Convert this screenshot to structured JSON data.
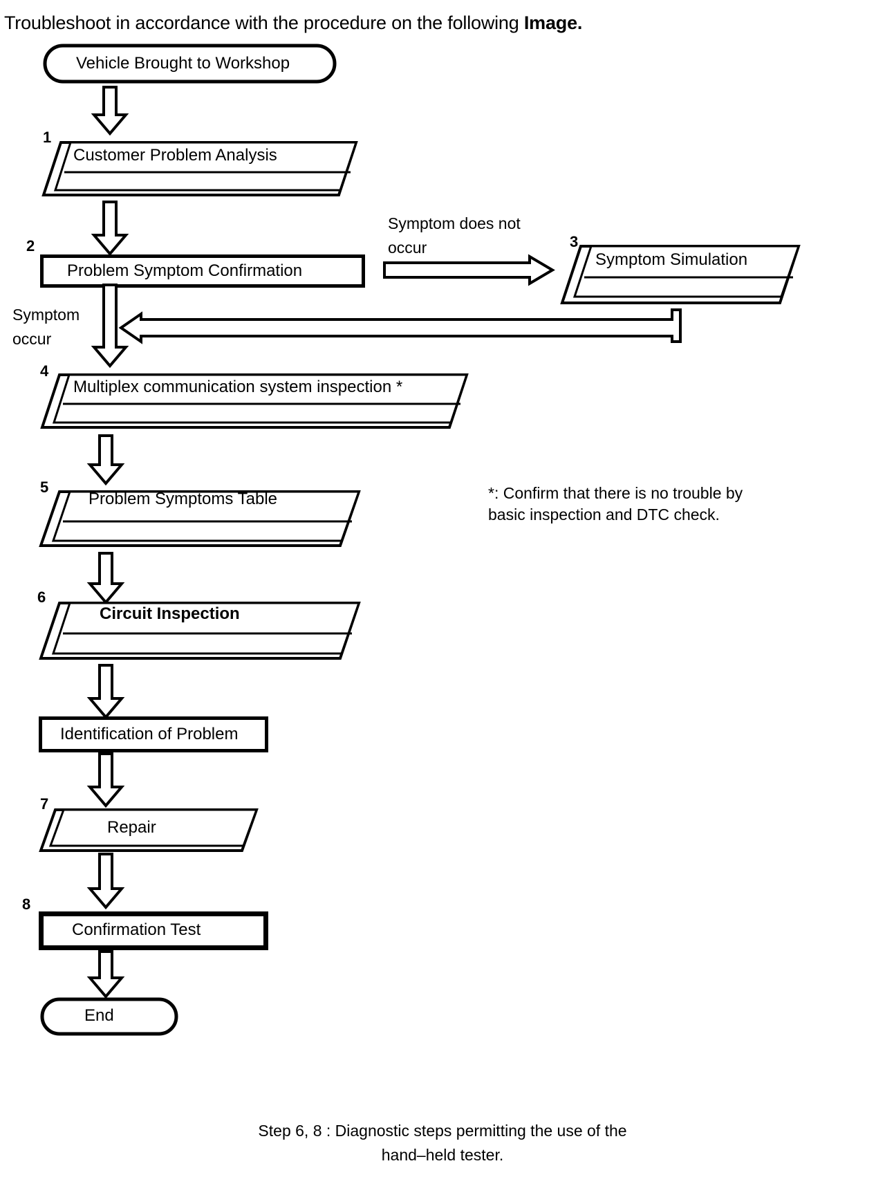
{
  "headline": {
    "prefix": "Troubleshoot in accordance with the procedure on the following ",
    "emphasis": "Image."
  },
  "flow": {
    "start_terminal": {
      "label": "Vehicle Brought to Workshop",
      "shape": "stadium"
    },
    "end_terminal": {
      "label": "End",
      "shape": "stadium"
    },
    "steps": [
      {
        "number": "1",
        "label": "Customer Problem Analysis",
        "shape": "document-parallelogram"
      },
      {
        "number": "2",
        "label": "Problem Symptom Confirmation",
        "shape": "rectangle"
      },
      {
        "number": "3",
        "label": "Symptom Simulation",
        "shape": "document-parallelogram"
      },
      {
        "number": "4",
        "label": "Multiplex communication system inspection *",
        "shape": "document-parallelogram"
      },
      {
        "number": "5",
        "label": "Problem Symptoms Table",
        "shape": "document-parallelogram"
      },
      {
        "number": "6",
        "label": "Circuit Inspection",
        "shape": "document-parallelogram",
        "bold": true
      },
      {
        "number": "",
        "label": "Identification of Problem",
        "shape": "rectangle"
      },
      {
        "number": "7",
        "label": "Repair",
        "shape": "parallelogram"
      },
      {
        "number": "8",
        "label": "Confirmation Test",
        "shape": "rectangle-thick"
      }
    ],
    "edge_labels": {
      "symptom_does_not_occur": "Symptom  does  not\noccur",
      "symptom_occur": "Symptom\noccur"
    }
  },
  "notes": {
    "asterisk": "*: Confirm that there is no trouble by\nbasic inspection and DTC check.",
    "caption": "Step 6, 8 : Diagnostic steps permitting the use of the\nhand–held tester."
  },
  "icons": {
    "down_arrow": "down-block-arrow-icon",
    "right_arrow": "right-block-arrow-icon",
    "left_arrow": "left-block-arrow-icon"
  },
  "colors": {
    "ink": "#000000",
    "paper": "#ffffff"
  }
}
